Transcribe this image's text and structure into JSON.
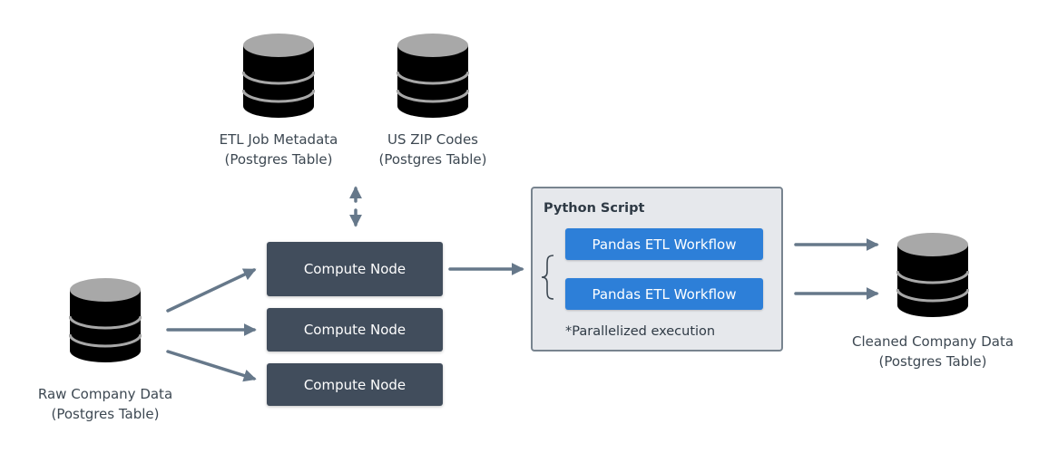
{
  "colors": {
    "node_bg": "#414d5c",
    "workflow_bg": "#2d7fd8",
    "arrow": "#66788a",
    "script_box_bg": "#e6e8ec",
    "db_body": "#000000",
    "db_top": "#a8a8a8"
  },
  "databases": {
    "etl_job_metadata": {
      "line1": "ETL Job Metadata",
      "line2": "(Postgres Table)",
      "icon": "database-icon"
    },
    "us_zip_codes": {
      "line1": "US ZIP Codes",
      "line2": "(Postgres Table)",
      "icon": "database-icon"
    },
    "raw_company_data": {
      "line1": "Raw Company Data",
      "line2": "(Postgres Table)",
      "icon": "database-icon"
    },
    "cleaned_company_data": {
      "line1": "Cleaned Company Data",
      "line2": "(Postgres Table)",
      "icon": "database-icon"
    }
  },
  "compute_nodes": [
    {
      "label": "Compute Node"
    },
    {
      "label": "Compute Node"
    },
    {
      "label": "Compute Node"
    }
  ],
  "python_script": {
    "title": "Python Script",
    "workflows": [
      {
        "label": "Pandas ETL Workflow"
      },
      {
        "label": "Pandas ETL Workflow"
      }
    ],
    "note": "*Parallelized execution"
  }
}
